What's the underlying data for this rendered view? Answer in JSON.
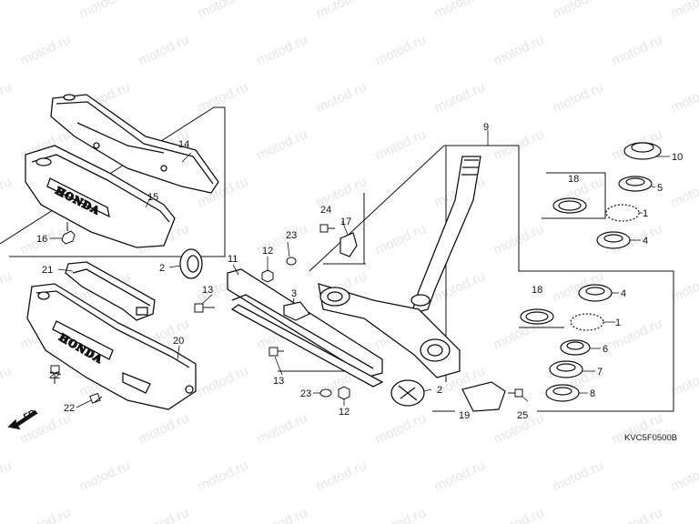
{
  "watermark": "motod.ru",
  "diagram_code": "KVC5F0500B",
  "front_label": "FR.",
  "brand_text": "HONDA",
  "callouts": {
    "c1a": "1",
    "c1b": "1",
    "c2a": "2",
    "c2b": "2",
    "c3": "3",
    "c4a": "4",
    "c4b": "4",
    "c5": "5",
    "c6": "6",
    "c7": "7",
    "c8": "8",
    "c9": "9",
    "c10": "10",
    "c11": "11",
    "c12a": "12",
    "c12b": "12",
    "c13a": "13",
    "c13b": "13",
    "c14": "14",
    "c15": "15",
    "c16": "16",
    "c17": "17",
    "c18a": "18",
    "c18b": "18",
    "c19": "19",
    "c20": "20",
    "c21": "21",
    "c22a": "22",
    "c22b": "22",
    "c23a": "23",
    "c23b": "23",
    "c24": "24",
    "c25": "25"
  },
  "colors": {
    "line": "#111111",
    "fill": "#ffffff",
    "shade": "#d9d9d9"
  }
}
